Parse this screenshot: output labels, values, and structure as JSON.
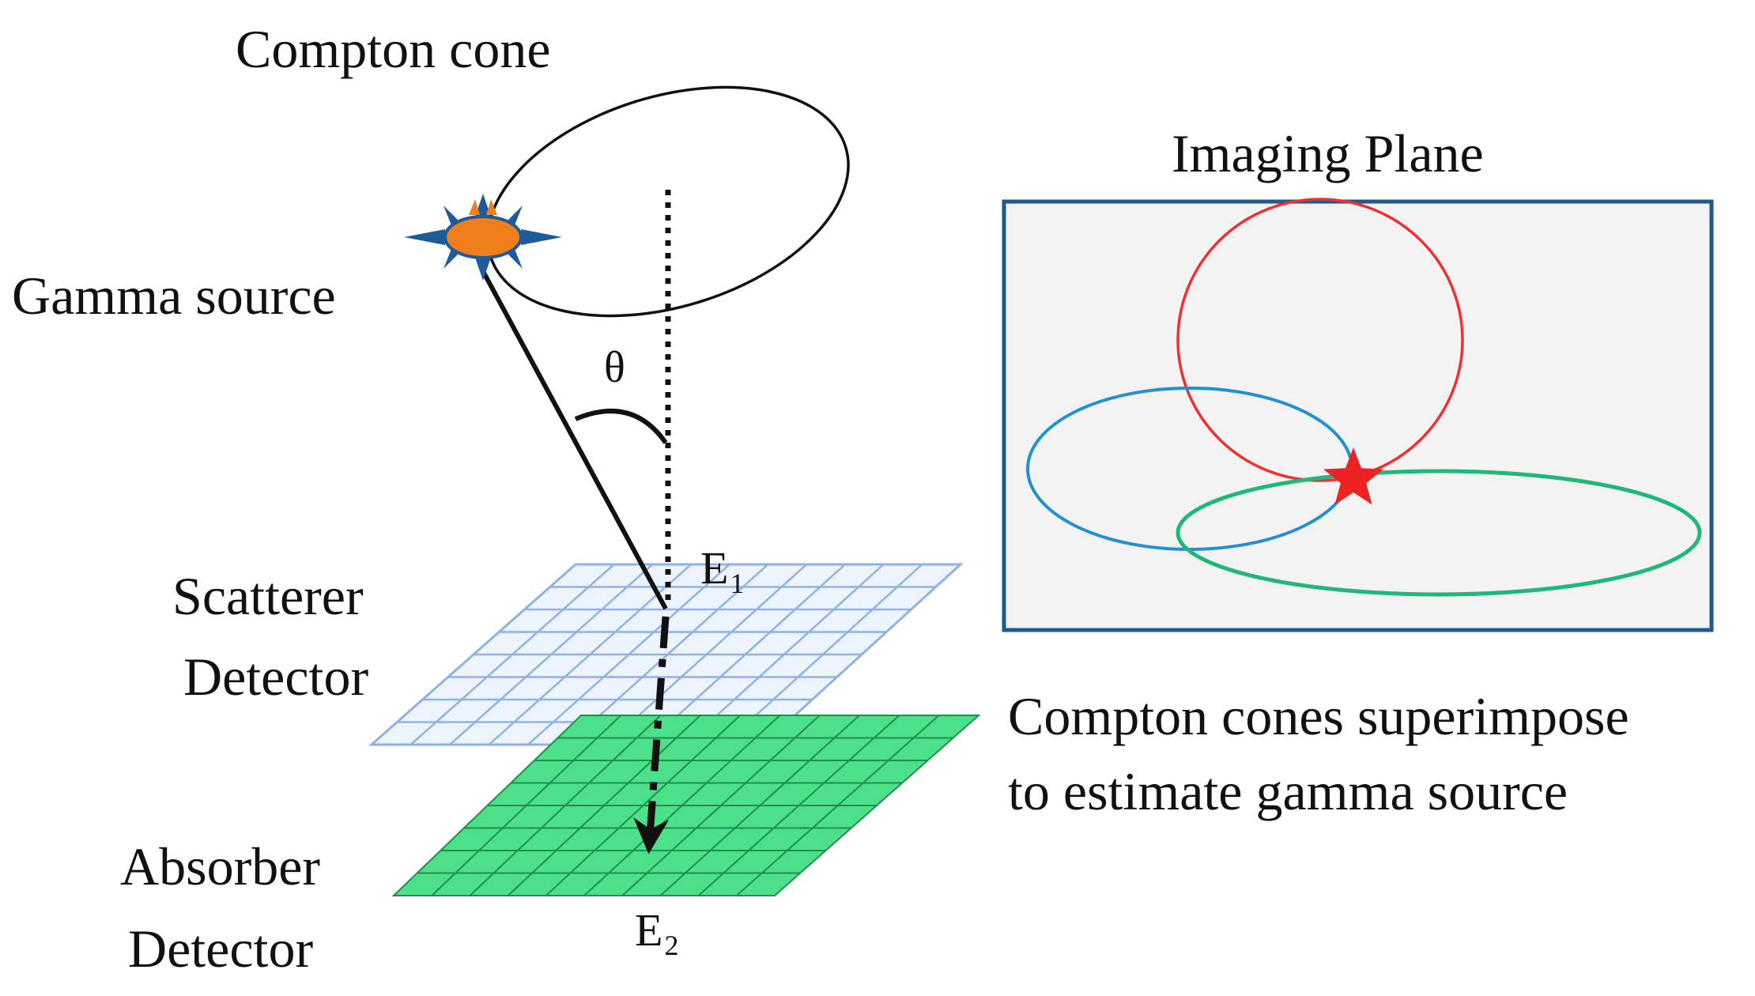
{
  "labels": {
    "compton_cone": "Compton cone",
    "gamma_source": "Gamma source",
    "theta": "θ",
    "scatterer_line1": "Scatterer",
    "scatterer_line2": "Detector",
    "absorber_line1": "Absorber",
    "absorber_line2": "Detector",
    "e1_main": "E",
    "e1_sub": "1",
    "e2_main": "E",
    "e2_sub": "2",
    "imaging_plane": "Imaging Plane",
    "caption_line1": "Compton cones superimpose",
    "caption_line2": "to estimate gamma source"
  },
  "colors": {
    "ink": "#111111",
    "scatterer_grid": "#8fb2e6",
    "scatterer_fill": "#eef4fd",
    "absorber_fill": "#4ce08a",
    "absorber_grid": "#1e8f4d",
    "source_fill": "#f07e1b",
    "source_rays": "#1f5a9a",
    "plane_border": "#1f5a8f",
    "plane_fill": "#f3f3f3",
    "cone_red": "#f03030",
    "cone_blue": "#2490cf",
    "cone_green": "#20b77a",
    "star": "#ee2222"
  },
  "icons": {
    "source": "sun-burst-icon",
    "intersection": "star-icon"
  }
}
